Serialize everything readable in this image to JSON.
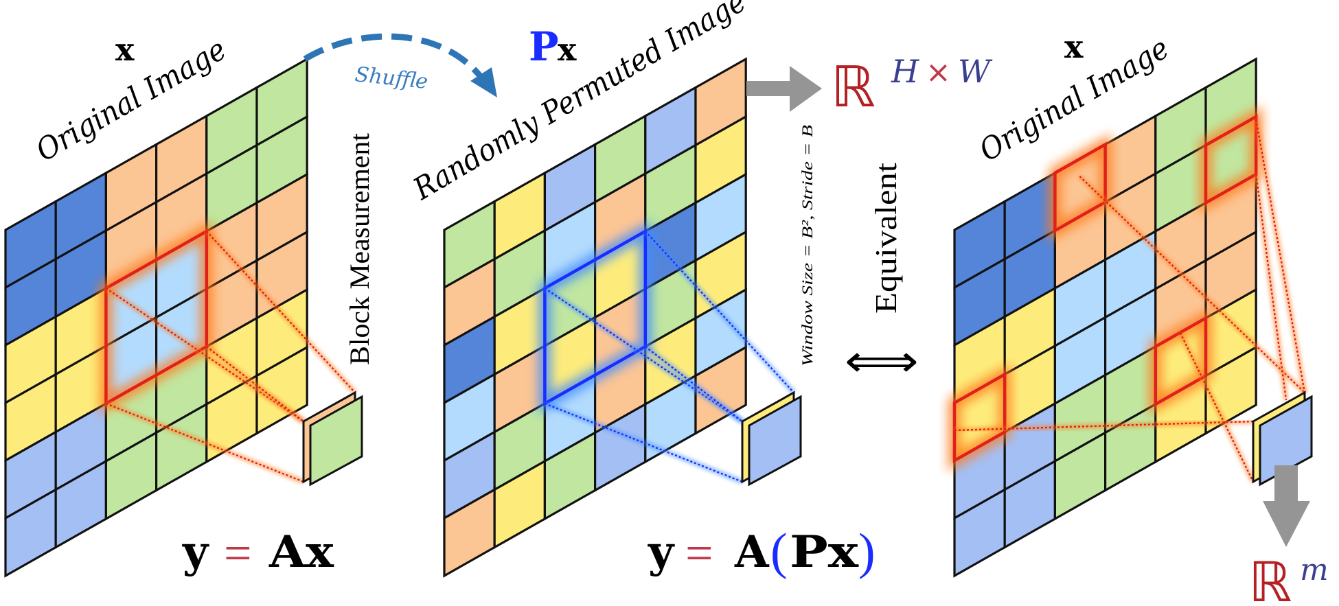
{
  "left_panel": {
    "symbol": "x",
    "title": "Original Image",
    "action_label": "Block Measurement",
    "equation": {
      "lhs": "y",
      "eq": "=",
      "rhs": "Ax"
    }
  },
  "shuffle_label": "Shuffle",
  "middle_panel": {
    "symbol_p": "P",
    "symbol_x": "x",
    "title": "Randomly Permuted Image",
    "window_note": "Window Size = B², Stride = B",
    "equation": {
      "lhs": "y",
      "eq": "=",
      "a": "A",
      "lparen": "(",
      "inner": "Px",
      "rparen": ")"
    }
  },
  "output_space_top": {
    "field": "ℝ",
    "exp_h": "H",
    "times": "×",
    "exp_w": "W"
  },
  "equivalence": {
    "arrow": "⟺",
    "label": "Equivalent"
  },
  "right_panel": {
    "symbol": "x",
    "title": "Original Image"
  },
  "output_space_bottom": {
    "field": "ℝ",
    "exponent": "m"
  },
  "palette": {
    "D": "#5585d8",
    "O": "#fcc594",
    "G": "#c0e6a0",
    "Y": "#fdec7c",
    "L": "#b3dbfd",
    "P": "#a4bff3",
    "red": "#e0201a",
    "glow_orange": "#ff7a1a",
    "blue": "#1a2cff",
    "glow_blue": "#3f8bff",
    "shuffle_blue": "#2e75b6",
    "arrow_gray": "#959595",
    "field_red": "#b52025",
    "exp_navy": "#3b3f8f"
  },
  "grids": {
    "original": [
      [
        "D",
        "D",
        "O",
        "O",
        "G",
        "G"
      ],
      [
        "D",
        "D",
        "O",
        "O",
        "G",
        "G"
      ],
      [
        "Y",
        "Y",
        "L",
        "L",
        "O",
        "O"
      ],
      [
        "Y",
        "Y",
        "L",
        "L",
        "O",
        "O"
      ],
      [
        "P",
        "P",
        "G",
        "G",
        "Y",
        "Y"
      ],
      [
        "P",
        "P",
        "G",
        "G",
        "Y",
        "Y"
      ]
    ],
    "permuted": [
      [
        "G",
        "Y",
        "P",
        "G",
        "P",
        "O"
      ],
      [
        "O",
        "G",
        "L",
        "O",
        "G",
        "Y"
      ],
      [
        "D",
        "Y",
        "G",
        "Y",
        "D",
        "L"
      ],
      [
        "L",
        "O",
        "Y",
        "O",
        "G",
        "Y"
      ],
      [
        "P",
        "G",
        "L",
        "O",
        "Y",
        "L"
      ],
      [
        "O",
        "Y",
        "G",
        "P",
        "L",
        "O"
      ]
    ]
  },
  "measurement_patches": {
    "left": {
      "back": "O",
      "front": "G"
    },
    "middle": {
      "back": "Y",
      "front": "P"
    },
    "right": {
      "back": "Y",
      "front": "P"
    }
  }
}
